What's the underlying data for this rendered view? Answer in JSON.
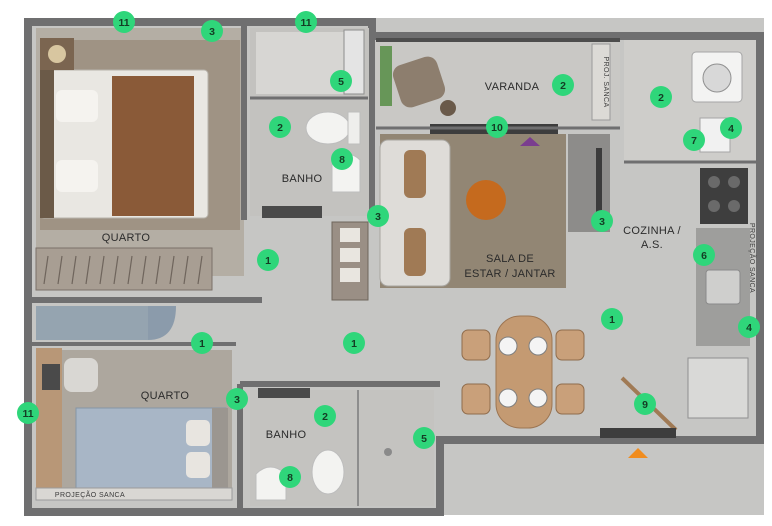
{
  "colors": {
    "wall": "#6f6f70",
    "floor_light": "#c9c9c7",
    "floor_room": "#b5b0a8",
    "wood_floor": "#8c7b68",
    "marker_fill": "#2fd67a",
    "marker_text": "#143d24",
    "arrow_purple": "#7a3d8f",
    "arrow_orange": "#f08c1e"
  },
  "rooms": [
    {
      "id": "quarto_1",
      "label": "QUARTO"
    },
    {
      "id": "quarto_2",
      "label": "QUARTO"
    },
    {
      "id": "banho_1",
      "label": "BANHO"
    },
    {
      "id": "banho_2",
      "label": "BANHO"
    },
    {
      "id": "varanda",
      "label": "VARANDA"
    },
    {
      "id": "sala",
      "label_line1": "SALA DE",
      "label_line2": "ESTAR / JANTAR"
    },
    {
      "id": "cozinha",
      "label_line1": "COZINHA /",
      "label_line2": "A.S."
    }
  ],
  "annotations": {
    "proj_sanca_varanda": "PROJ. SANCA",
    "projecao_sanca_cozinha": "PROJEÇÃO SANCA",
    "projecao_sanca_quarto": "PROJEÇÃO SANCA"
  },
  "markers": [
    "11",
    "3",
    "11",
    "5",
    "2",
    "10",
    "8",
    "2",
    "3",
    "3",
    "1",
    "2",
    "7",
    "4",
    "6",
    "1",
    "1",
    "1",
    "4",
    "3",
    "2",
    "5",
    "9",
    "11",
    "8"
  ],
  "arrows": [
    {
      "name": "entry-arrow-living",
      "color": "purple"
    },
    {
      "name": "entry-arrow-kitchen",
      "color": "orange"
    }
  ]
}
